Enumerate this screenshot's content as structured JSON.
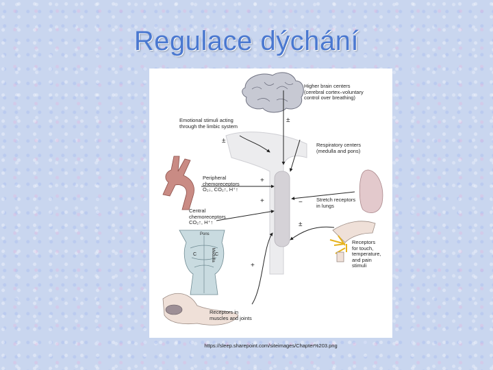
{
  "slide": {
    "title": "Regulace dýchání",
    "source": "https://sleep.sharepoint.com/siteimages/Chapter%203.png"
  },
  "diagram": {
    "labels": {
      "higher_brain": "Higher brain centers\n(cerebral cortex–voluntary\ncontrol over breathing)",
      "emotional": "Emotional stimuli acting\nthrough the limbic system",
      "respiratory": "Respiratory centers\n(medulla and pons)",
      "peripheral": "Peripheral\nchemoreceptors\nO₂↓, CO₂↑, H⁺↑",
      "stretch": "Stretch receptors\nin lungs",
      "central": "Central\nchemoreceptors\nCO₂↑, H⁺↑",
      "touch": "Receptors\nfor touch,\ntemperature,\nand pain\nstimuli",
      "muscles": "Receptors in\nmuscles and joints",
      "pons": "Pons",
      "medulla": "Medulla",
      "c1": "C",
      "c2": "C"
    },
    "signs": {
      "higher": "±",
      "emotional": "±",
      "peripheral": "+",
      "central": "+",
      "stretch": "−",
      "touch": "±",
      "muscles": "+"
    },
    "colors": {
      "brain": "#c7c9d3",
      "respiratory_center": "#d5d2d7",
      "aorta": "#c98b84",
      "lung": "#e3c9cc",
      "brainstem": "#c9dbe0",
      "skin": "#efe0d8"
    }
  }
}
